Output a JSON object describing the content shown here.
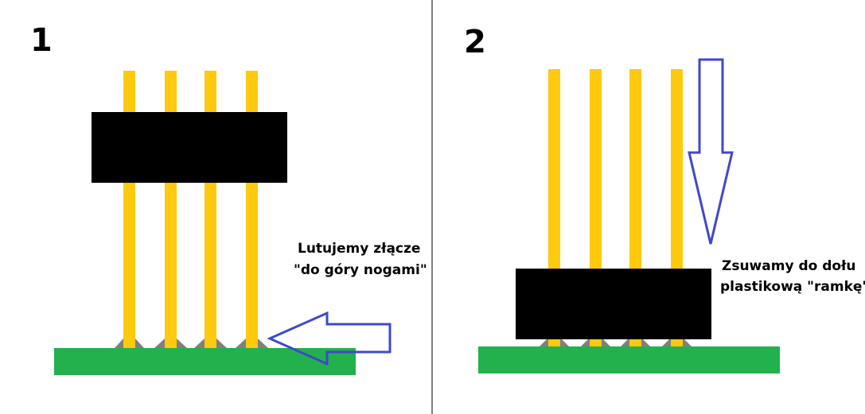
{
  "colors": {
    "pin": "#ffc90e",
    "header_body": "#000000",
    "pcb": "#22b14c",
    "solder": "#7f7f7f",
    "arrow": "#3f48cc",
    "divider": "#000000"
  },
  "panels": [
    {
      "step_label": "1",
      "note_lines": [
        "Lutujemy złącze",
        "\"do góry nogami\""
      ],
      "arrow_icon": "arrow-left-icon"
    },
    {
      "step_label": "2",
      "note_lines": [
        "Zsuwamy do dołu",
        "plastikową \"ramkę\""
      ],
      "arrow_icon": "arrow-down-icon"
    }
  ]
}
